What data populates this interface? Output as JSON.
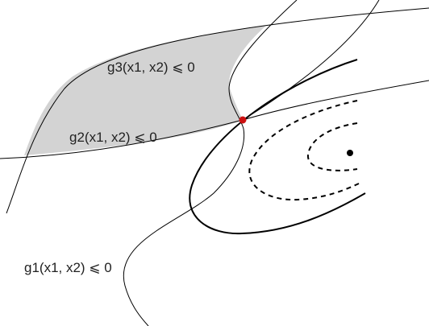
{
  "labels": {
    "g1": "g1(x1, x2) ⩽ 0",
    "g2": "g2(x1, x2) ⩽ 0",
    "g3": "g3(x1, x2) ⩽ 0"
  },
  "colors": {
    "feasible_region": "#d3d3d3",
    "curve": "#000000",
    "optimum_point": "#cc1111",
    "center_point": "#000000"
  }
}
